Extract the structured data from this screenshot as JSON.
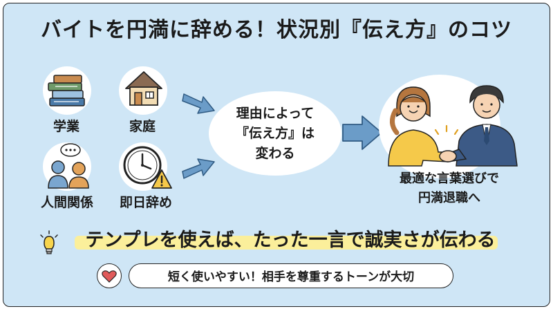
{
  "title": "バイトを円満に辞める！状況別『伝え方』のコツ",
  "situations": [
    {
      "label": "学業",
      "icon": "books-icon"
    },
    {
      "label": "家庭",
      "icon": "house-icon"
    },
    {
      "label": "人間関係",
      "icon": "people-icon"
    },
    {
      "label": "即日辞め",
      "icon": "clock-warning-icon"
    }
  ],
  "center": {
    "line1": "理由によって",
    "line2": "『伝え方』は",
    "line3": "変わる"
  },
  "result": {
    "line1": "最適な言葉選びで",
    "line2": "円満退職へ",
    "icon": "handshake-icon"
  },
  "main_message": "テンプレを使えば、たった一言で誠実さが伝わる",
  "tip": "短く使いやすい！相手を尊重するトーンが大切",
  "colors": {
    "background": "#cfe6f6",
    "highlight": "#fbef9b",
    "arrow": "#6b9cc8",
    "heart": "#e05a5a"
  }
}
